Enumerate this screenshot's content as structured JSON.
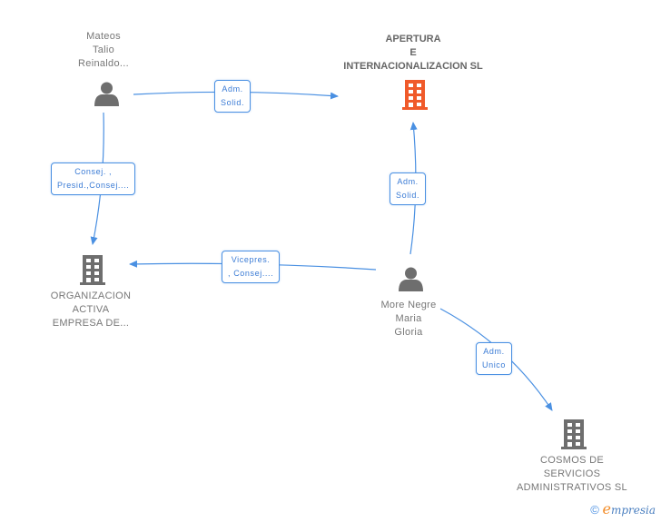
{
  "nodes": {
    "mateos": {
      "type": "person",
      "lines": [
        "Mateos",
        "Talio",
        "Reinaldo..."
      ]
    },
    "apertura": {
      "type": "company",
      "highlight": true,
      "lines": [
        "APERTURA",
        "E",
        "INTERNACIONALIZACION SL"
      ]
    },
    "organizacion": {
      "type": "company",
      "lines": [
        "ORGANIZACION",
        "ACTIVA",
        "EMPRESA DE..."
      ]
    },
    "more_negre": {
      "type": "person",
      "lines": [
        "More Negre",
        "Maria",
        "Gloria"
      ]
    },
    "cosmos": {
      "type": "company",
      "lines": [
        "COSMOS DE",
        "SERVICIOS",
        "ADMINISTRATIVOS SL"
      ]
    }
  },
  "edges": {
    "mateos_apertura": {
      "from": "mateos",
      "to": "apertura",
      "lines": [
        "Adm.",
        "Solid."
      ]
    },
    "mateos_organizacion": {
      "from": "mateos",
      "to": "organizacion",
      "lines": [
        "Consej. ,",
        "Presid.,Consej...."
      ]
    },
    "more_organizacion": {
      "from": "more_negre",
      "to": "organizacion",
      "lines": [
        "Vicepres.",
        ", Consej...."
      ]
    },
    "more_apertura": {
      "from": "more_negre",
      "to": "apertura",
      "lines": [
        "Adm.",
        "Solid."
      ]
    },
    "more_cosmos": {
      "from": "more_negre",
      "to": "cosmos",
      "lines": [
        "Adm.",
        "Unico"
      ]
    }
  },
  "colors": {
    "edge": "#4a90e2",
    "node_icon": "#6e6e6e",
    "highlight_icon": "#f05a2a",
    "edge_text": "#3a7bd5"
  },
  "brand": {
    "copyright": "©",
    "initial": "e",
    "rest": "mpresia"
  }
}
